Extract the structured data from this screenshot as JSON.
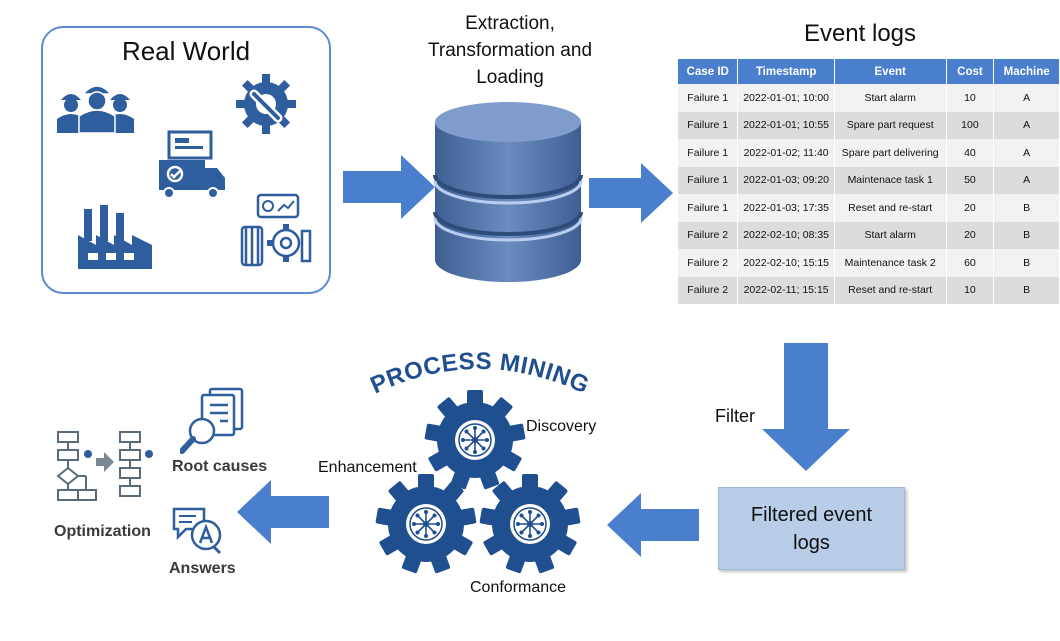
{
  "real_world": {
    "title": "Real World"
  },
  "etl": {
    "line1": "Extraction,",
    "line2": "Transformation and",
    "line3": "Loading"
  },
  "event_logs": {
    "title": "Event logs",
    "columns": [
      "Case ID",
      "Timestamp",
      "Event",
      "Cost",
      "Machine"
    ],
    "rows": [
      [
        "Failure 1",
        "2022-01-01; 10:00",
        "Start alarm",
        "10",
        "A"
      ],
      [
        "Failure 1",
        "2022-01-01; 10:55",
        "Spare part request",
        "100",
        "A"
      ],
      [
        "Failure 1",
        "2022-01-02; 11:40",
        "Spare part delivering",
        "40",
        "A"
      ],
      [
        "Failure 1",
        "2022-01-03; 09:20",
        "Maintenace task 1",
        "50",
        "A"
      ],
      [
        "Failure 1",
        "2022-01-03; 17:35",
        "Reset and re-start",
        "20",
        "B"
      ],
      [
        "Failure 2",
        "2022-02-10; 08:35",
        "Start alarm",
        "20",
        "B"
      ],
      [
        "Failure 2",
        "2022-02-10; 15:15",
        "Maintenance task 2",
        "60",
        "B"
      ],
      [
        "Failure 2",
        "2022-02-11; 15:15",
        "Reset and re-start",
        "10",
        "B"
      ]
    ]
  },
  "filter": {
    "label": "Filter"
  },
  "filtered": {
    "line1": "Filtered event",
    "line2": "logs"
  },
  "process_mining": {
    "title": "PROCESS MINING",
    "discovery": "Discovery",
    "enhancement": "Enhancement",
    "conformance": "Conformance"
  },
  "outputs": {
    "root_causes": "Root causes",
    "optimization": "Optimization",
    "answers": "Answers"
  },
  "colors": {
    "arrow": "#4a7fcd",
    "icon": "#2e5e9e",
    "gear": "#1f4f8f",
    "table_header": "#4a7fcd",
    "filtered_box": "#b7cde8"
  },
  "icons": [
    "workers-icon",
    "gear-wrench-icon",
    "delivery-truck-icon",
    "factory-icon",
    "machinery-icon",
    "database-icon",
    "document-search-icon",
    "flowchart-icon",
    "chat-answer-icon",
    "gear-icon"
  ]
}
